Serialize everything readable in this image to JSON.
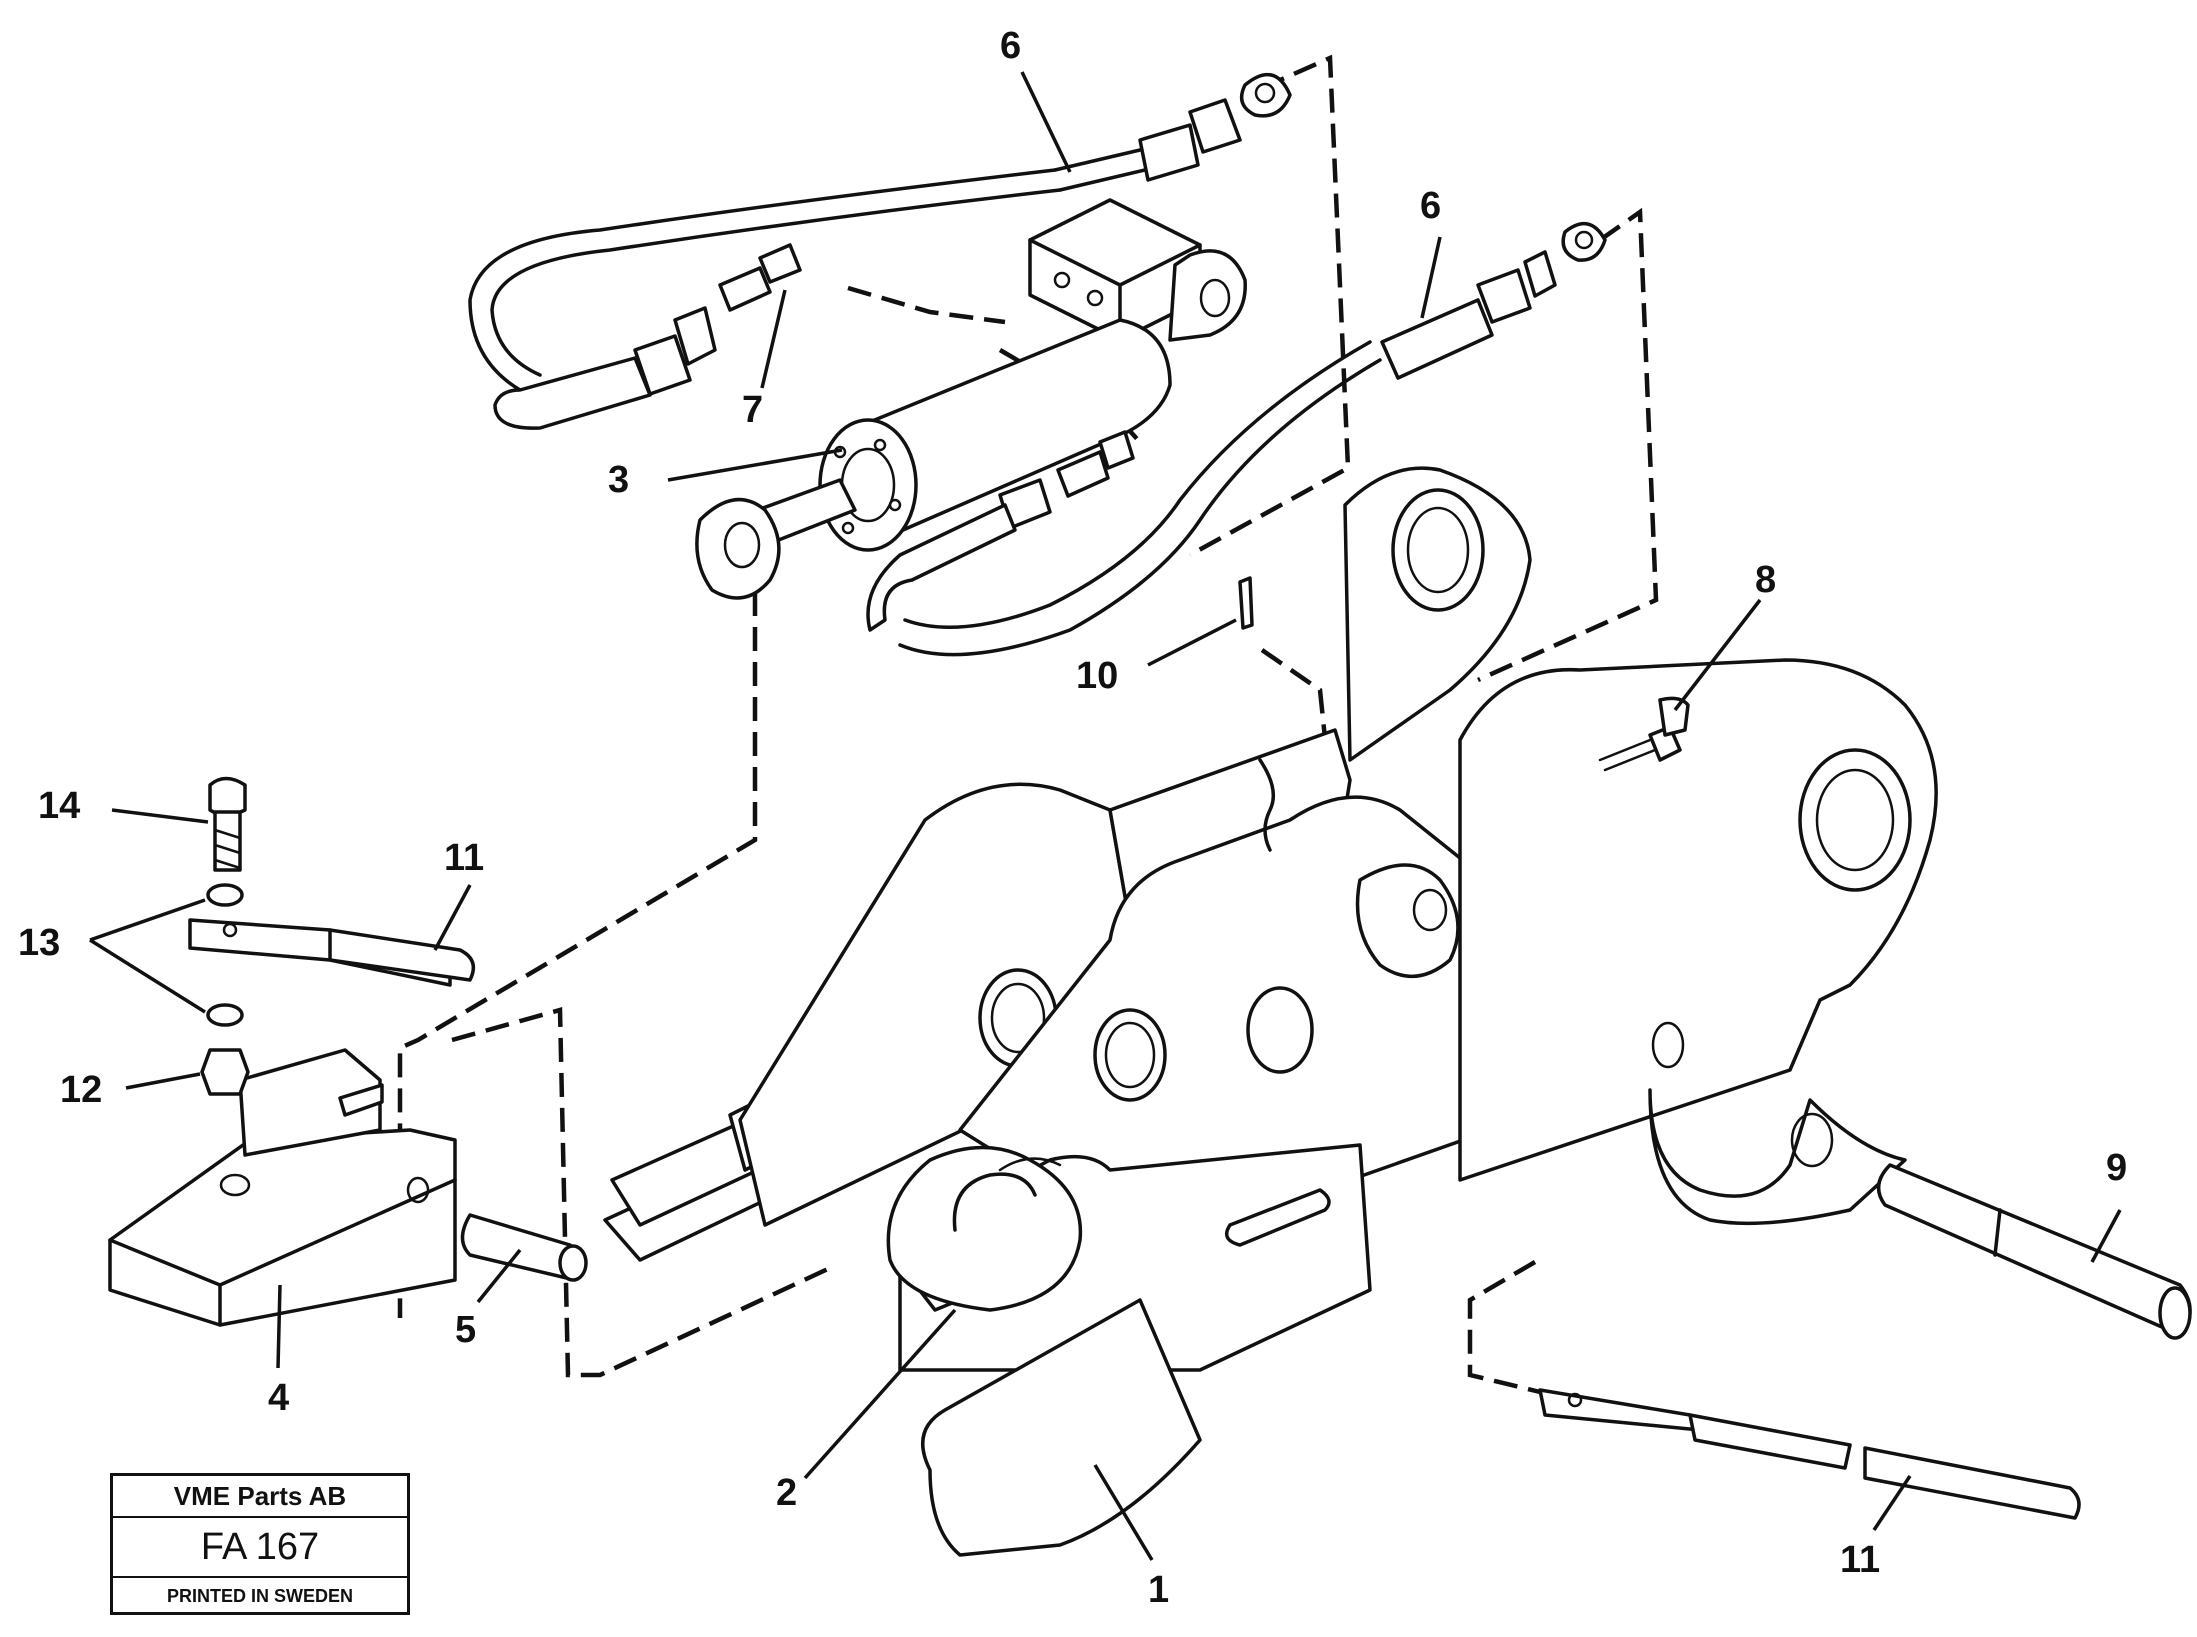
{
  "diagram": {
    "callouts": [
      {
        "id": "c6a",
        "text": "6"
      },
      {
        "id": "c6b",
        "text": "6"
      },
      {
        "id": "c7",
        "text": "7"
      },
      {
        "id": "c3",
        "text": "3"
      },
      {
        "id": "c10",
        "text": "10"
      },
      {
        "id": "c8",
        "text": "8"
      },
      {
        "id": "c14",
        "text": "14"
      },
      {
        "id": "c11a",
        "text": "11"
      },
      {
        "id": "c13",
        "text": "13"
      },
      {
        "id": "c12",
        "text": "12"
      },
      {
        "id": "c9",
        "text": "9"
      },
      {
        "id": "c5",
        "text": "5"
      },
      {
        "id": "c4",
        "text": "4"
      },
      {
        "id": "c2",
        "text": "2"
      },
      {
        "id": "c1",
        "text": "1"
      },
      {
        "id": "c11b",
        "text": "11"
      }
    ]
  },
  "title_block": {
    "company": "VME Parts AB",
    "code": "FA 167",
    "printed": "PRINTED IN SWEDEN"
  }
}
